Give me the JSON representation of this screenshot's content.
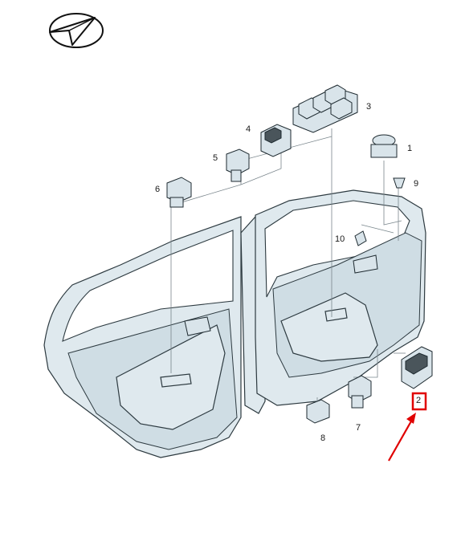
{
  "colors": {
    "door_fill": "#dfe9ee",
    "outline": "#2d3a40",
    "highlight": "#e00000"
  },
  "logo": {
    "icon": "plane-in-ellipse-logo"
  },
  "callouts": [
    {
      "num": "1",
      "part": "mirror-adjust-switch"
    },
    {
      "num": "2",
      "part": "door-switch-module"
    },
    {
      "num": "3",
      "part": "driver-window-switch-block"
    },
    {
      "num": "4",
      "part": "double-window-switch"
    },
    {
      "num": "5",
      "part": "single-window-switch"
    },
    {
      "num": "6",
      "part": "rear-window-switch"
    },
    {
      "num": "7",
      "part": "window-switch-lower"
    },
    {
      "num": "8",
      "part": "small-switch"
    },
    {
      "num": "9",
      "part": "clip"
    },
    {
      "num": "10",
      "part": "bracket"
    }
  ]
}
